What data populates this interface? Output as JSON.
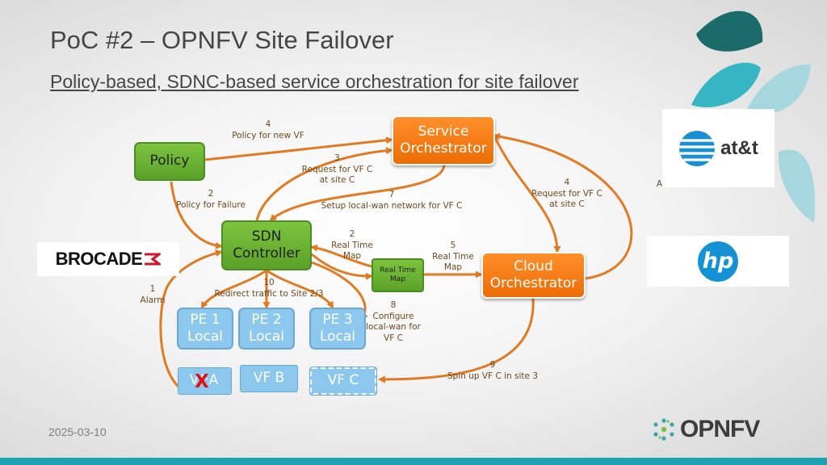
{
  "slide": {
    "title": "PoC #2 – OPNFV Site Failover",
    "subtitle": "Policy-based, SDNC-based service orchestration for site failover",
    "date": "2025-03-10"
  },
  "nodes": {
    "policy": "Policy",
    "service_orchestrator": "Service\nOrchestrator",
    "sdn_controller": "SDN\nController",
    "cloud_orchestrator": "Cloud\nOrchestrator",
    "real_time_map": "Real Time\nMap",
    "pe1": "PE 1\nLocal",
    "pe2": "PE 2\nLocal",
    "pe3": "PE 3\nLocal",
    "vfa": "VFA",
    "vfb": "VF B",
    "vfc": "VF C",
    "fail_mark": "X"
  },
  "steps": {
    "s1": "1\nAlarm",
    "s2a": "2\nPolicy for Failure",
    "s2b": "2\nReal Time\nMap",
    "s3": "3\nRequest for VF C\nat site C",
    "s4a": "4\nPolicy for new VF",
    "s4b": "4\nRequest for VF C\nat site C",
    "s5": "5\nReal Time\nMap",
    "s7": "7\nSetup local-wan network for VF C",
    "s8": "8\nConfigure\nlocal-wan for\nVF C",
    "s9": "9\nSpin up VF C in site 3",
    "s10": "10\nRedirect traffic to Site 2/3",
    "partial": "Activate VF C"
  },
  "logos": {
    "att": "at&t",
    "brocade": "BROCADE",
    "hp": "hp",
    "opnfv": "OPNFV"
  },
  "colors": {
    "accent_teal": "#1aa2b3",
    "arrow": "#e07b24",
    "orange_box": "#f57c12",
    "green_box": "#6db233",
    "blue_box": "#8cc8ee"
  }
}
